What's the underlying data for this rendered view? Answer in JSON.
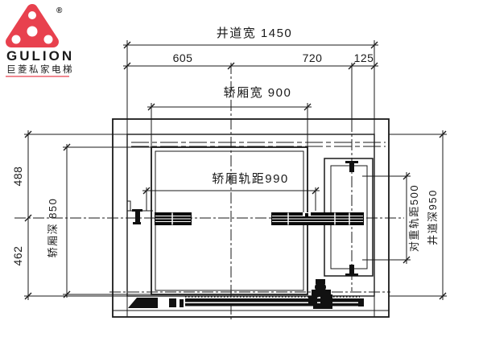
{
  "logo": {
    "icon": "gulion-triangle-logo",
    "brand": "GULION",
    "registered": "®",
    "tagline": "巨菱私家电梯",
    "brand_color": "#e8414e"
  },
  "drawing": {
    "type": "elevator-shaft-plan",
    "line_color": "#1a1a1a",
    "dims": {
      "shaft_width": "井道宽 1450",
      "seg_left": "605",
      "seg_mid": "720",
      "seg_right": "125",
      "car_width": "轿厢宽 900",
      "car_rail_gauge": "轿厢轨距990",
      "depth_front": "488",
      "depth_rear": "462",
      "car_depth": "轿厢深 850",
      "cw_rail_gauge": "对重轨距500",
      "shaft_depth": "井道深950"
    }
  }
}
